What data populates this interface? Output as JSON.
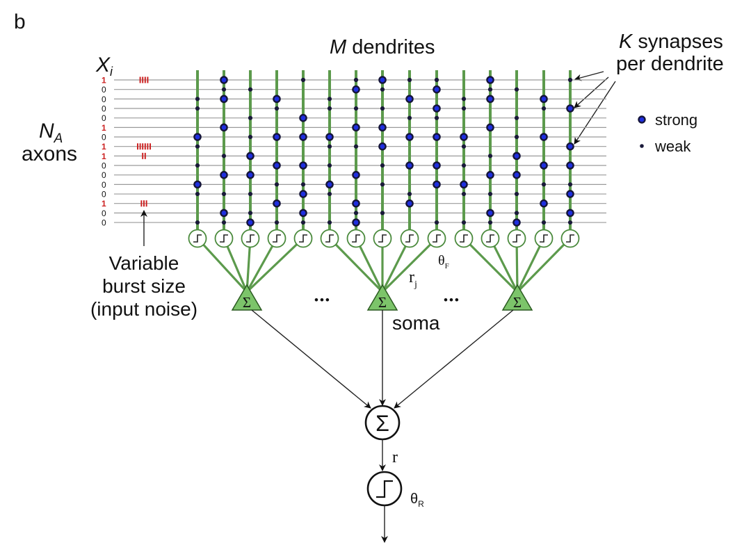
{
  "panel_label": "b",
  "labels": {
    "x_input": "X",
    "x_input_sub": "i",
    "axons_symbol": "N",
    "axons_sub": "A",
    "axons_word": "axons",
    "dendrites_symbol": "M",
    "dendrites_word": "dendrites",
    "synapses_symbol": "K",
    "synapses_line1": "synapses",
    "synapses_line2": "per dendrite",
    "legend_strong": "strong",
    "legend_weak": "weak",
    "noise_line1": "Variable",
    "noise_line2": "burst size",
    "noise_line3": "(input noise)",
    "theta_f": "θ",
    "theta_f_sub": "F",
    "rj": "r",
    "rj_sub": "j",
    "soma": "soma",
    "ellipsis": "•••",
    "sum_symbol": "Σ",
    "r": "r",
    "theta_r": "θ",
    "theta_r_sub": "R"
  },
  "colors": {
    "dendrite": "#5c9a4c",
    "soma_fill": "#7cc46a",
    "strong_synapse": "#1f2fe0",
    "weak_synapse": "#1a1a3a",
    "active_input": "#cc2222"
  },
  "axons": [
    {
      "x": "1",
      "burst": 4
    },
    {
      "x": "0",
      "burst": 0
    },
    {
      "x": "0",
      "burst": 0
    },
    {
      "x": "0",
      "burst": 0
    },
    {
      "x": "0",
      "burst": 0
    },
    {
      "x": "1",
      "burst": 0
    },
    {
      "x": "0",
      "burst": 0
    },
    {
      "x": "1",
      "burst": 6
    },
    {
      "x": "1",
      "burst": 2
    },
    {
      "x": "0",
      "burst": 0
    },
    {
      "x": "0",
      "burst": 0
    },
    {
      "x": "0",
      "burst": 0
    },
    {
      "x": "0",
      "burst": 0
    },
    {
      "x": "1",
      "burst": 3
    },
    {
      "x": "0",
      "burst": 0
    },
    {
      "x": "0",
      "burst": 0
    }
  ],
  "dendrites": [
    {
      "soma": 0,
      "synapses": [
        [
          2,
          "w"
        ],
        [
          3,
          "w"
        ],
        [
          6,
          "s"
        ],
        [
          7,
          "w"
        ],
        [
          9,
          "w"
        ],
        [
          11,
          "s"
        ],
        [
          12,
          "w"
        ],
        [
          15,
          "w"
        ]
      ]
    },
    {
      "soma": 0,
      "synapses": [
        [
          0,
          "s"
        ],
        [
          1,
          "w"
        ],
        [
          2,
          "s"
        ],
        [
          5,
          "s"
        ],
        [
          8,
          "w"
        ],
        [
          10,
          "s"
        ],
        [
          12,
          "w"
        ],
        [
          14,
          "s"
        ],
        [
          15,
          "w"
        ]
      ]
    },
    {
      "soma": 0,
      "synapses": [
        [
          1,
          "w"
        ],
        [
          4,
          "w"
        ],
        [
          6,
          "w"
        ],
        [
          8,
          "s"
        ],
        [
          10,
          "s"
        ],
        [
          12,
          "w"
        ],
        [
          14,
          "w"
        ],
        [
          15,
          "s"
        ]
      ]
    },
    {
      "soma": 0,
      "synapses": [
        [
          2,
          "s"
        ],
        [
          3,
          "w"
        ],
        [
          6,
          "s"
        ],
        [
          9,
          "s"
        ],
        [
          11,
          "w"
        ],
        [
          13,
          "s"
        ],
        [
          15,
          "w"
        ]
      ]
    },
    {
      "soma": 0,
      "synapses": [
        [
          0,
          "w"
        ],
        [
          4,
          "s"
        ],
        [
          6,
          "s"
        ],
        [
          9,
          "s"
        ],
        [
          11,
          "w"
        ],
        [
          12,
          "s"
        ],
        [
          14,
          "s"
        ],
        [
          15,
          "w"
        ]
      ]
    },
    {
      "soma": 1,
      "synapses": [
        [
          2,
          "w"
        ],
        [
          3,
          "w"
        ],
        [
          6,
          "s"
        ],
        [
          7,
          "w"
        ],
        [
          9,
          "w"
        ],
        [
          11,
          "s"
        ],
        [
          12,
          "w"
        ],
        [
          15,
          "w"
        ]
      ]
    },
    {
      "soma": 1,
      "synapses": [
        [
          0,
          "w"
        ],
        [
          1,
          "s"
        ],
        [
          3,
          "w"
        ],
        [
          5,
          "s"
        ],
        [
          7,
          "w"
        ],
        [
          10,
          "s"
        ],
        [
          13,
          "s"
        ],
        [
          14,
          "w"
        ],
        [
          15,
          "s"
        ]
      ]
    },
    {
      "soma": 1,
      "synapses": [
        [
          0,
          "s"
        ],
        [
          1,
          "w"
        ],
        [
          3,
          "w"
        ],
        [
          5,
          "s"
        ],
        [
          7,
          "s"
        ],
        [
          9,
          "w"
        ],
        [
          11,
          "w"
        ],
        [
          14,
          "w"
        ]
      ]
    },
    {
      "soma": 1,
      "synapses": [
        [
          0,
          "w"
        ],
        [
          2,
          "s"
        ],
        [
          4,
          "w"
        ],
        [
          6,
          "s"
        ],
        [
          9,
          "s"
        ],
        [
          12,
          "w"
        ],
        [
          13,
          "s"
        ]
      ]
    },
    {
      "soma": 1,
      "synapses": [
        [
          0,
          "w"
        ],
        [
          1,
          "s"
        ],
        [
          3,
          "s"
        ],
        [
          4,
          "w"
        ],
        [
          6,
          "s"
        ],
        [
          9,
          "s"
        ],
        [
          11,
          "s"
        ],
        [
          15,
          "w"
        ]
      ]
    },
    {
      "soma": 2,
      "synapses": [
        [
          2,
          "w"
        ],
        [
          3,
          "w"
        ],
        [
          6,
          "s"
        ],
        [
          7,
          "w"
        ],
        [
          9,
          "w"
        ],
        [
          11,
          "s"
        ],
        [
          12,
          "w"
        ],
        [
          15,
          "w"
        ]
      ]
    },
    {
      "soma": 2,
      "synapses": [
        [
          0,
          "s"
        ],
        [
          1,
          "w"
        ],
        [
          2,
          "s"
        ],
        [
          5,
          "s"
        ],
        [
          8,
          "w"
        ],
        [
          10,
          "s"
        ],
        [
          12,
          "w"
        ],
        [
          14,
          "s"
        ],
        [
          15,
          "w"
        ]
      ]
    },
    {
      "soma": 2,
      "synapses": [
        [
          1,
          "w"
        ],
        [
          4,
          "w"
        ],
        [
          6,
          "w"
        ],
        [
          8,
          "s"
        ],
        [
          10,
          "s"
        ],
        [
          12,
          "w"
        ],
        [
          14,
          "w"
        ],
        [
          15,
          "s"
        ]
      ]
    },
    {
      "soma": 2,
      "synapses": [
        [
          2,
          "s"
        ],
        [
          3,
          "w"
        ],
        [
          6,
          "s"
        ],
        [
          9,
          "s"
        ],
        [
          11,
          "w"
        ],
        [
          13,
          "s"
        ],
        [
          15,
          "w"
        ]
      ]
    },
    {
      "soma": 2,
      "synapses": [
        [
          0,
          "w"
        ],
        [
          3,
          "s"
        ],
        [
          7,
          "s"
        ],
        [
          9,
          "s"
        ],
        [
          11,
          "w"
        ],
        [
          12,
          "s"
        ],
        [
          14,
          "s"
        ],
        [
          15,
          "w"
        ]
      ]
    }
  ]
}
